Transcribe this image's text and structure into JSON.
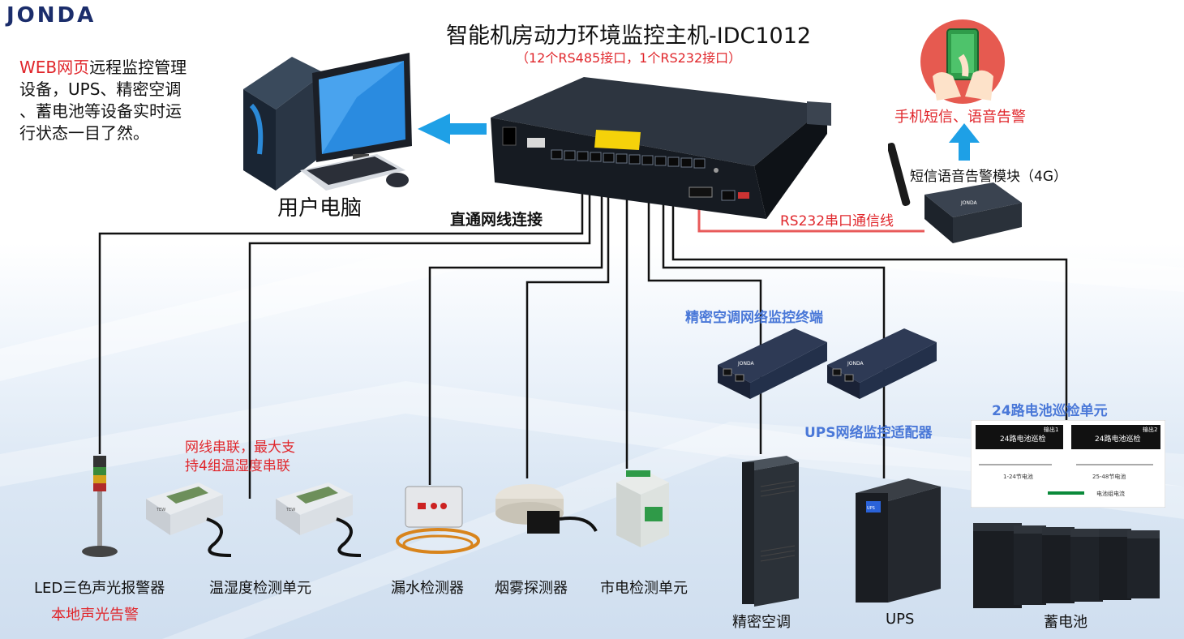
{
  "logo": "JONDA",
  "title": "智能机房动力环境监控主机-IDC1012",
  "subtitle": "（12个RS485接口，1个RS232接口）",
  "web_desc": {
    "highlight": "WEB网页",
    "line1_rest": "远程监控管理",
    "line2": "设备，UPS、精密空调",
    "line3": "、蓄电池等设备实时运",
    "line4": "行状态一目了然。"
  },
  "labels": {
    "user_pc": "用户电脑",
    "direct_cable": "直通网线连接",
    "rs232_cable": "RS232串口通信线",
    "sms_module": "短信语音告警模块（4G）",
    "phone_alert": "手机短信、语音告警",
    "ac_terminal": "精密空调网络监控终端",
    "ups_adapter": "UPS网络监控适配器",
    "battery_unit": "24路电池巡检单元",
    "daisy_chain_1": "网线串联，最大支",
    "daisy_chain_2": "持4组温湿度串联",
    "led_alarm": "LED三色声光报警器",
    "local_alarm": "本地声光告警",
    "temp_humidity": "温湿度检测单元",
    "water_leak": "漏水检测器",
    "smoke": "烟雾探测器",
    "mains": "市电检测单元",
    "precision_ac": "精密空调",
    "ups": "UPS",
    "battery": "蓄电池"
  },
  "device_prints": {
    "battery_box_1": "24路电池巡检",
    "battery_box_2": "24路电池巡检",
    "battery_range_1": "1-24节电池",
    "battery_range_2": "25-48节电池",
    "battery_out_1": "输出1",
    "battery_out_2": "输出2",
    "battery_bus": "电池组电流",
    "module_brand": "JONDA",
    "ups_screen": "UPS",
    "th_brand": "TEW"
  },
  "colors": {
    "accent_red": "#e0262b",
    "accent_blue": "#4a78d8",
    "arrow_blue": "#1ea0e6",
    "cable_black": "#111111",
    "rs232_red": "#e85a5a"
  }
}
